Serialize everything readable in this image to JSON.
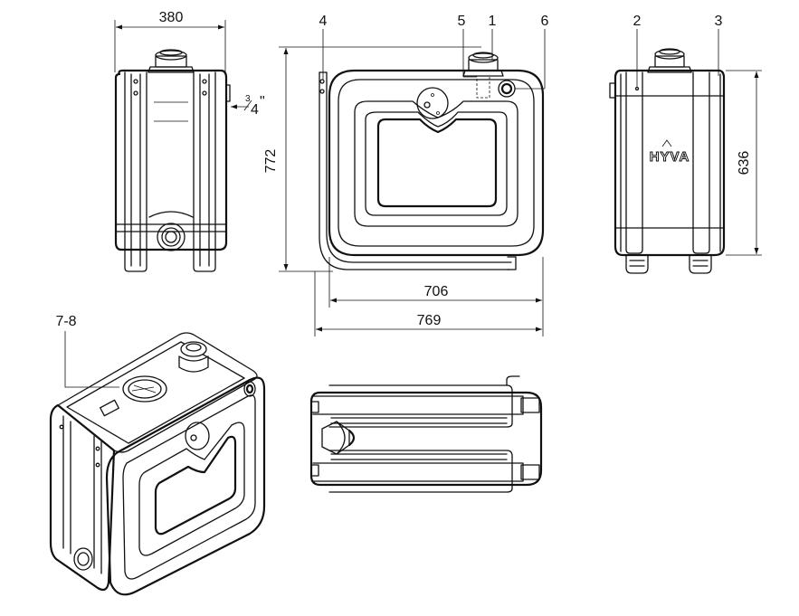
{
  "diagram": {
    "callouts": {
      "c1": "1",
      "c2": "2",
      "c3": "3",
      "c4": "4",
      "c5": "5",
      "c6": "6",
      "c78": "7-8"
    },
    "dimensions": {
      "width_side": "380",
      "height_front": "772",
      "width_inner": "706",
      "width_outer": "769",
      "height_right": "636"
    },
    "fitting_size": {
      "whole": "3",
      "frac": "4",
      "unit": "\""
    },
    "logo_text": "HYVA"
  }
}
